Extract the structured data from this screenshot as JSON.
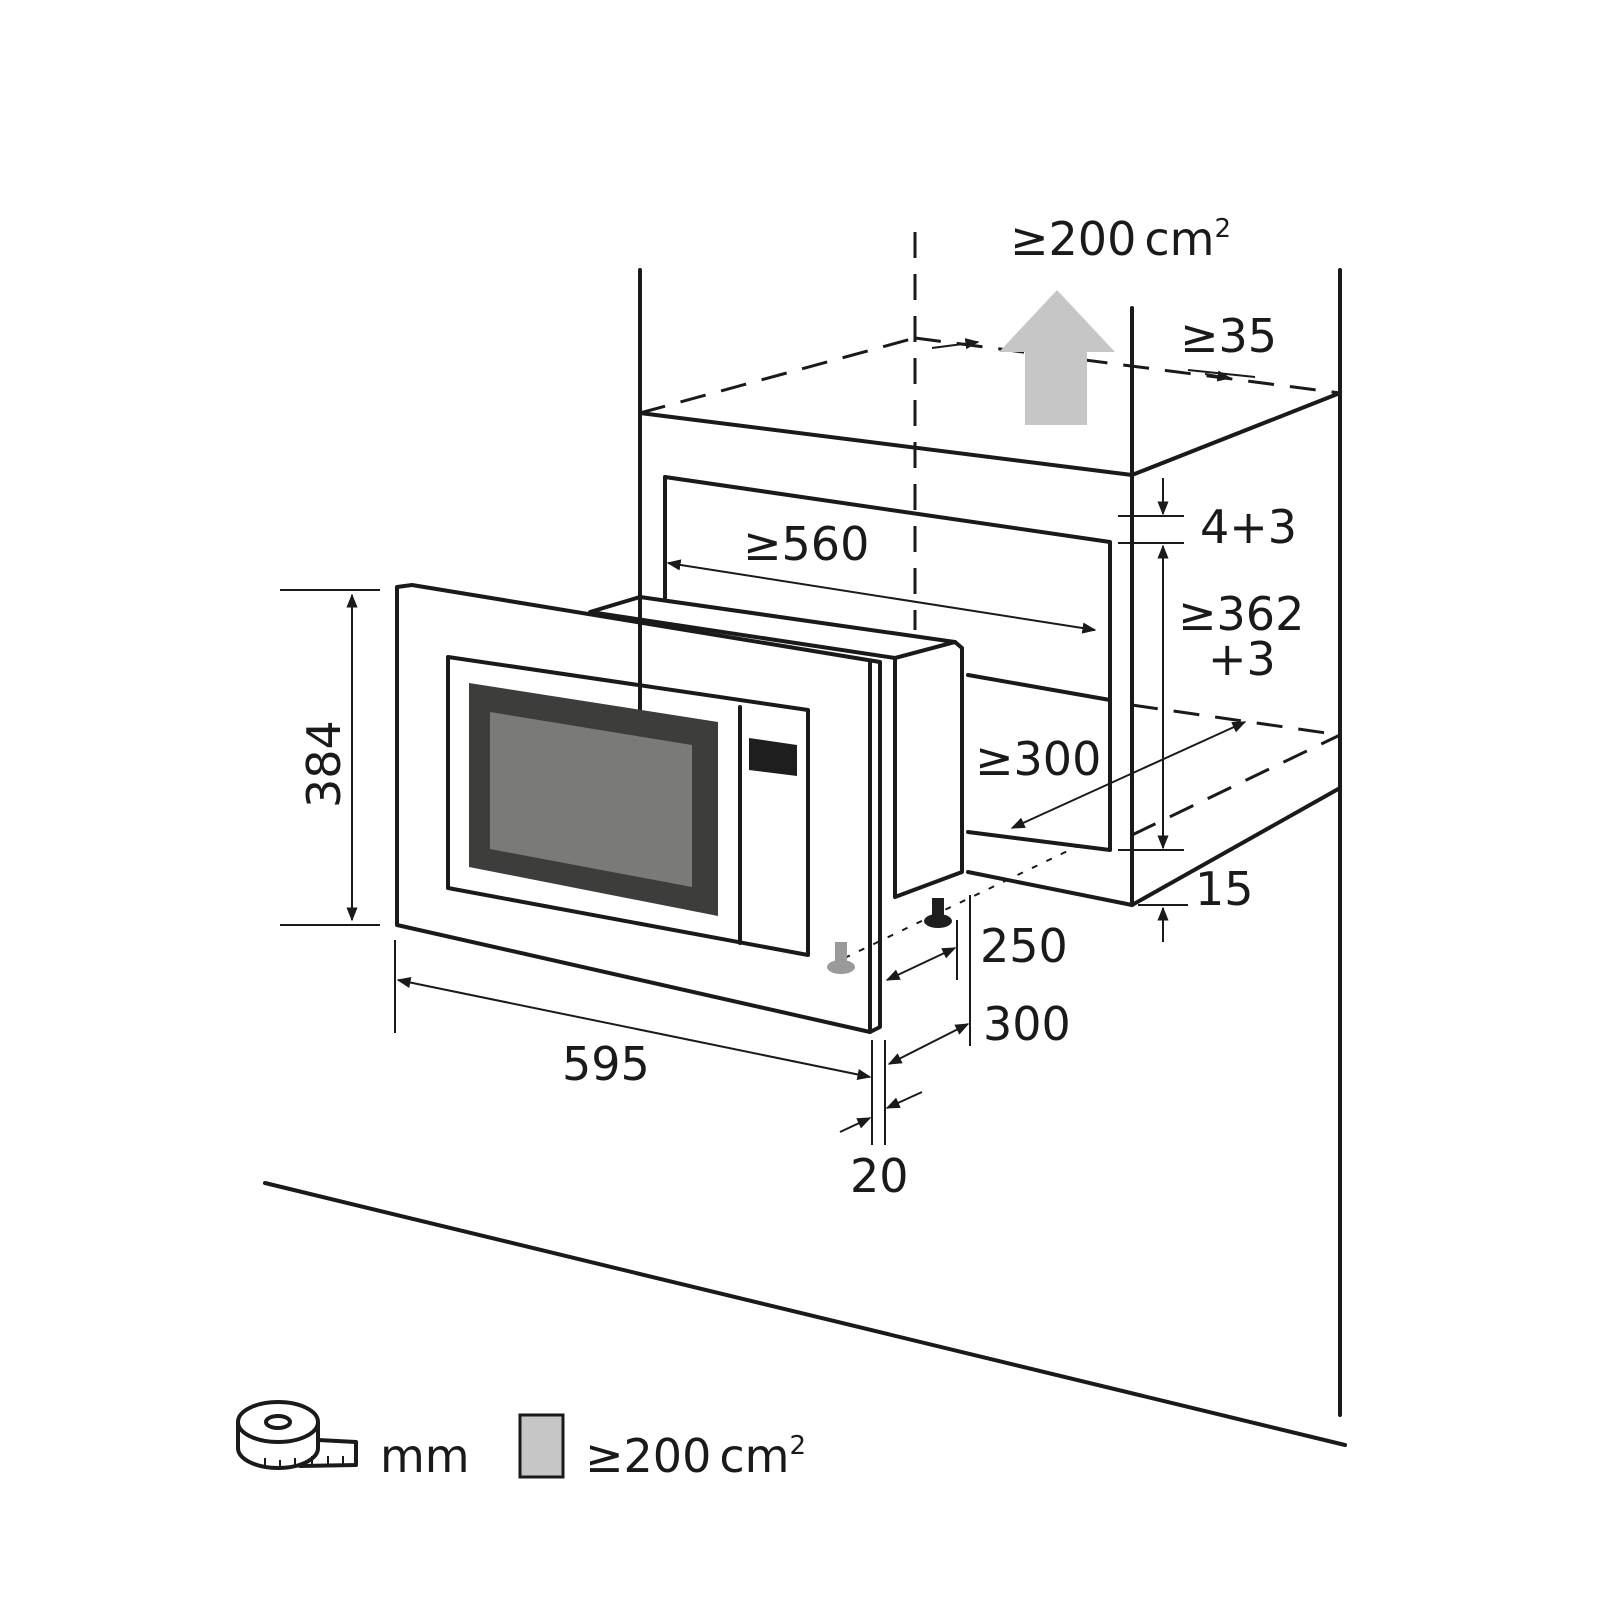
{
  "colors": {
    "line": "#1a1a1a",
    "door_frame": "#3d3d3c",
    "door_glass": "#7a7a79",
    "display": "#1e1e1e",
    "vent_arrow": "#c6c6c6",
    "feet": "#9a9a9a"
  },
  "icons": [
    "tape-measure-icon",
    "vent-area-swatch-icon",
    "vent-arrow-icon"
  ],
  "dimensions": {
    "vent_top_area": "≥200",
    "vent_top_area_unit": "cm",
    "vent_top_area_sup": "2",
    "rear_gap": "≥35",
    "frame_gap": "4+3",
    "niche_height": "≥362",
    "niche_height_tol": "+3",
    "niche_width": "≥560",
    "niche_depth": "≥300",
    "shelf_thickness": "15",
    "appliance_height": "384",
    "appliance_width": "595",
    "frame_depth": "20",
    "depth_250": "250",
    "depth_300": "300"
  },
  "legend": {
    "unit_label": "mm",
    "vent_area": "≥200",
    "vent_area_unit": "cm",
    "vent_area_sup": "2"
  }
}
